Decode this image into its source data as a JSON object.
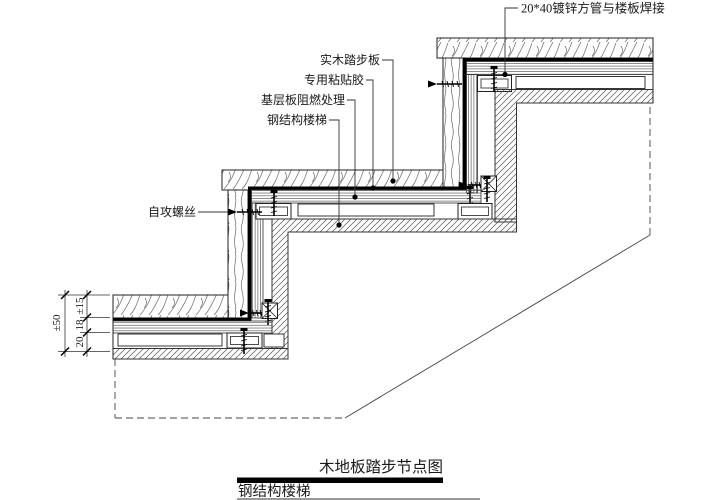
{
  "drawing": {
    "annotations": {
      "weld_note": "20*40镀锌方管与楼板焊接",
      "tread": "实木踏步板",
      "adhesive": "专用粘贴胶",
      "base_board": "基层板阻燃处理",
      "steel_stair": "钢结构楼梯",
      "screw": "自攻螺丝"
    },
    "dimensions": {
      "total": "±50",
      "tread_thickness": "±15",
      "base_layer": "18",
      "tube": "20"
    },
    "title_block": {
      "title": "木地板踏步节点图",
      "subtitle": "钢结构楼梯"
    },
    "colors": {
      "line": "#1a1a1a",
      "background": "#ffffff",
      "fill_black": "#000000"
    }
  }
}
